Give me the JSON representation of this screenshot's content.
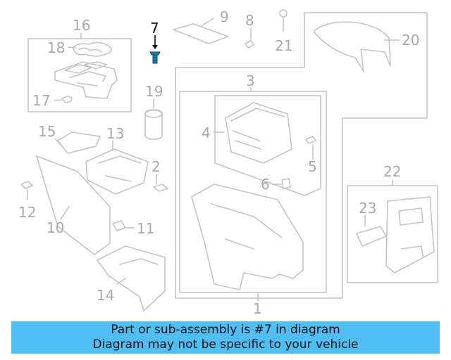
{
  "callouts": {
    "c1": "1",
    "c2": "2",
    "c3": "3",
    "c4": "4",
    "c5": "5",
    "c6": "6",
    "c7": "7",
    "c8": "8",
    "c9": "9",
    "c10": "10",
    "c11": "11",
    "c12": "12",
    "c13": "13",
    "c14": "14",
    "c15": "15",
    "c16": "16",
    "c17": "17",
    "c18": "18",
    "c19": "19",
    "c20": "20",
    "c21": "21",
    "c22": "22",
    "c23": "23"
  },
  "highlighted_part": "7",
  "colors": {
    "line": "#c4c4c4",
    "label": "#a9a9a9",
    "highlight": "#111111",
    "banner": "#4fbef4",
    "bolt_highlight": "#1a7fa6"
  },
  "banner": {
    "line1": "Part or sub-assembly is #7 in diagram",
    "line2": "Diagram may not be specific to your vehicle"
  }
}
